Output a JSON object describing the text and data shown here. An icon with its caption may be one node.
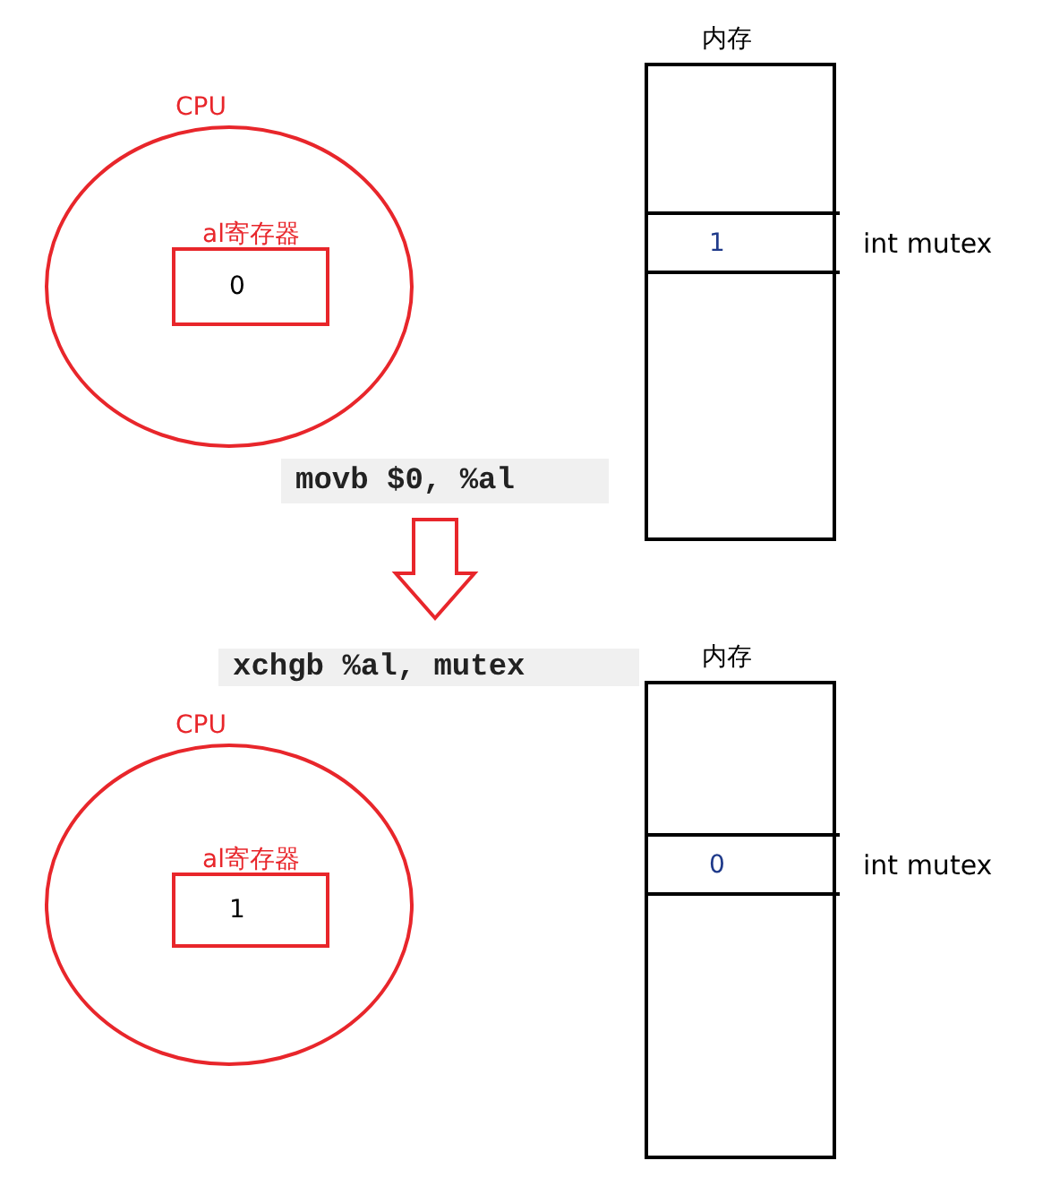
{
  "diagram": {
    "nodes": [
      {
        "text": [
          "CPU"
        ]
      },
      {
        "text": [
          "al寄存器",
          "0"
        ],
        "in": 0
      },
      {
        "text": [
          "内存"
        ]
      },
      {
        "text": [
          "1"
        ],
        "beside": [
          "int mutex"
        ],
        "in": 2
      },
      {
        "text": [
          "movb $0, %al"
        ]
      },
      {
        "text": [
          "xchgb %al, mutex"
        ]
      },
      {
        "text": [
          "CPU"
        ]
      },
      {
        "text": [
          "al寄存器",
          "1"
        ],
        "in": 6
      },
      {
        "text": [
          "内存"
        ]
      },
      {
        "text": [
          "0"
        ],
        "beside": [
          "int mutex"
        ],
        "in": 8
      }
    ],
    "edges": [
      {
        "from": 4,
        "to": 5,
        "arrow": "to",
        "color": "#e8262b"
      }
    ]
  }
}
